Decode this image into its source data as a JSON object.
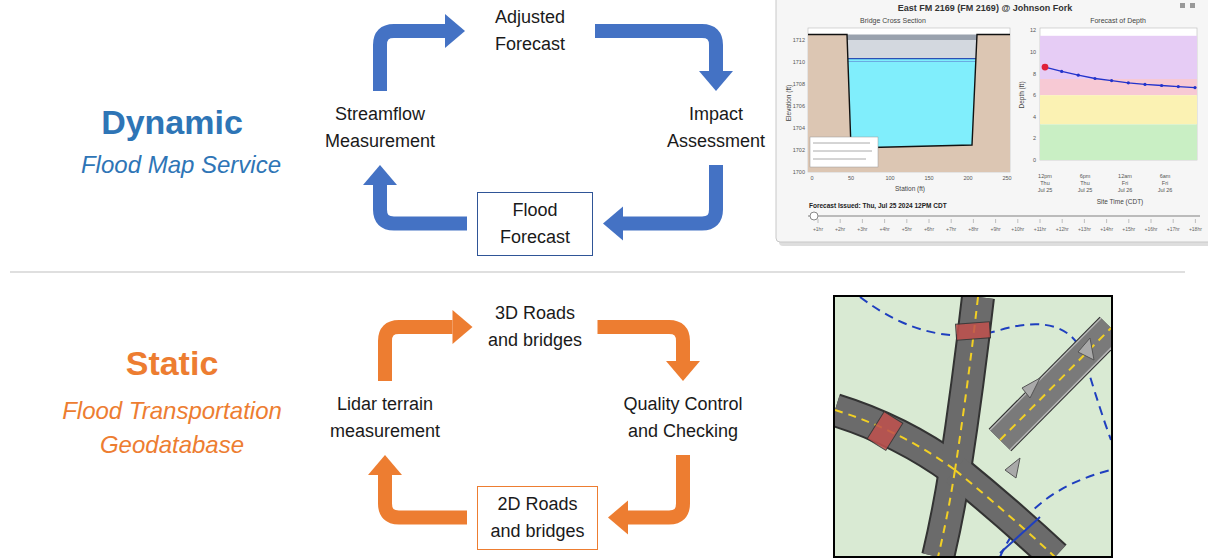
{
  "diagram": {
    "nodes": [
      {
        "text": [
          "Adjusted Forecast"
        ]
      },
      {
        "text": [
          "Streamflow Measurement"
        ]
      },
      {
        "text": [
          "Impact Assessment"
        ]
      },
      {
        "text": [
          "Flood Forecast"
        ]
      },
      {
        "text": [
          "3D Roads and bridges"
        ]
      },
      {
        "text": [
          "Lidar terrain measurement"
        ]
      },
      {
        "text": [
          "Quality Control and Checking"
        ]
      },
      {
        "text": [
          "2D Roads and bridges"
        ]
      }
    ],
    "edges": [
      {
        "from": 1,
        "to": 0,
        "arrow": "to"
      },
      {
        "from": 0,
        "to": 2,
        "arrow": "to"
      },
      {
        "from": 2,
        "to": 3,
        "arrow": "to"
      },
      {
        "from": 3,
        "to": 1,
        "arrow": "to"
      },
      {
        "from": 5,
        "to": 4,
        "arrow": "to"
      },
      {
        "from": 4,
        "to": 6,
        "arrow": "to"
      },
      {
        "from": 6,
        "to": 7,
        "arrow": "to"
      },
      {
        "from": 7,
        "to": 5,
        "arrow": "to"
      }
    ],
    "labels": [
      "Dynamic",
      "Flood Map Service",
      "Static",
      "Flood Transportation Geodatabase",
      "East FM 2169 (FM 2169) @ Johnson Fork",
      "Bridge Cross Section",
      "Forecast of Depth",
      "1712",
      "1710",
      "1708",
      "1706",
      "1704",
      "1702",
      "1700",
      "0",
      "50",
      "100",
      "150",
      "200",
      "250",
      "Station (ft)",
      "Elevation (ft)",
      "12",
      "10",
      "8",
      "6",
      "4",
      "2",
      "0",
      "Depth (ft)",
      "12pm",
      "Thu",
      "Jul 25",
      "6pm",
      "Thu",
      "Jul 25",
      "12am",
      "Fri",
      "Jul 26",
      "6am",
      "Fri",
      "Jul 26",
      "Site Time (CDT)",
      "Forecast Issued: Thu, Jul 25 2024 12PM CDT",
      "+1hr",
      "+2hr",
      "+3hr",
      "+4hr",
      "+5hr",
      "+6hr",
      "+7hr",
      "+8hr",
      "+9hr",
      "+10hr",
      "+11hr",
      "+12hr",
      "+13hr",
      "+14hr",
      "+15hr",
      "+16hr",
      "+17hr",
      "+18hr"
    ]
  }
}
